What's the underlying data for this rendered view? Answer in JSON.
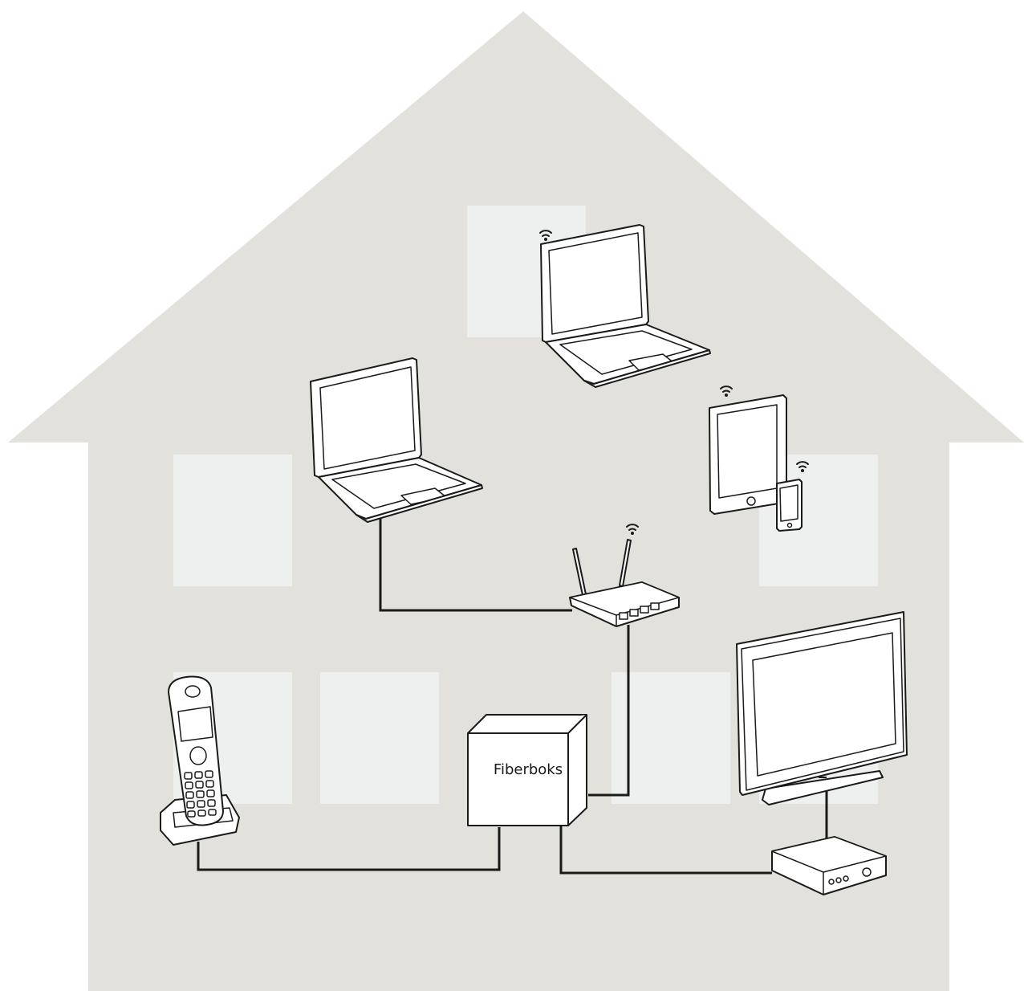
{
  "diagram": {
    "fiber_box_label": "Fiberboks",
    "colors": {
      "house": "#e2e1dc",
      "window": "#eef0ef",
      "line": "#1a1a1a",
      "device_fill": "#ffffff"
    },
    "devices": [
      "laptop-wifi",
      "laptop-wired",
      "tablet-wifi",
      "smartphone-wifi",
      "router",
      "fiber-box",
      "cordless-phone",
      "tv",
      "tv-box"
    ],
    "connections": [
      {
        "from": "laptop-wired",
        "to": "router",
        "type": "cable"
      },
      {
        "from": "router",
        "to": "fiber-box",
        "type": "cable"
      },
      {
        "from": "cordless-phone",
        "to": "fiber-box",
        "type": "cable"
      },
      {
        "from": "fiber-box",
        "to": "tv-box",
        "type": "cable"
      },
      {
        "from": "tv-box",
        "to": "tv",
        "type": "cable"
      },
      {
        "from": "router",
        "to": "laptop-wifi",
        "type": "wifi"
      },
      {
        "from": "router",
        "to": "tablet-wifi",
        "type": "wifi"
      },
      {
        "from": "router",
        "to": "smartphone-wifi",
        "type": "wifi"
      }
    ]
  }
}
